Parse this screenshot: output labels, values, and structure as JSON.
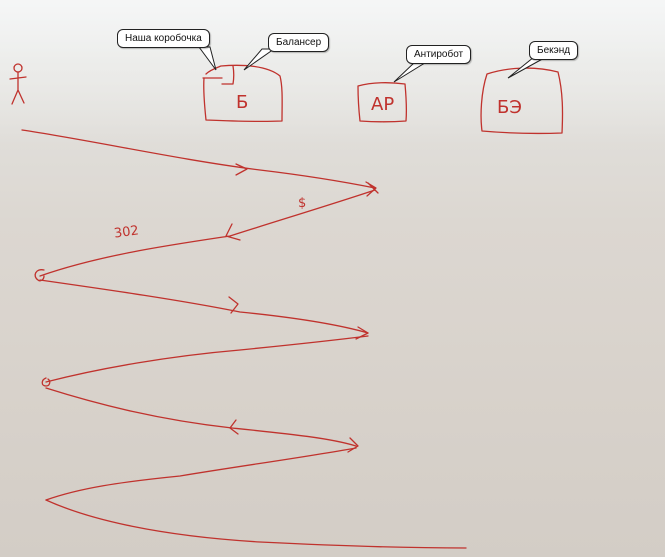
{
  "callouts": {
    "box": "Наша коробочка",
    "balancer": "Балансер",
    "antirobot": "Антиробот",
    "backend": "Бекэнд"
  },
  "sketch": {
    "box_letter": "Б",
    "antirobot_letters": "АР",
    "backend_letters": "БЭ",
    "redirect_code": "302",
    "dollar_mark": "$"
  },
  "ink_color": "#c0322d"
}
